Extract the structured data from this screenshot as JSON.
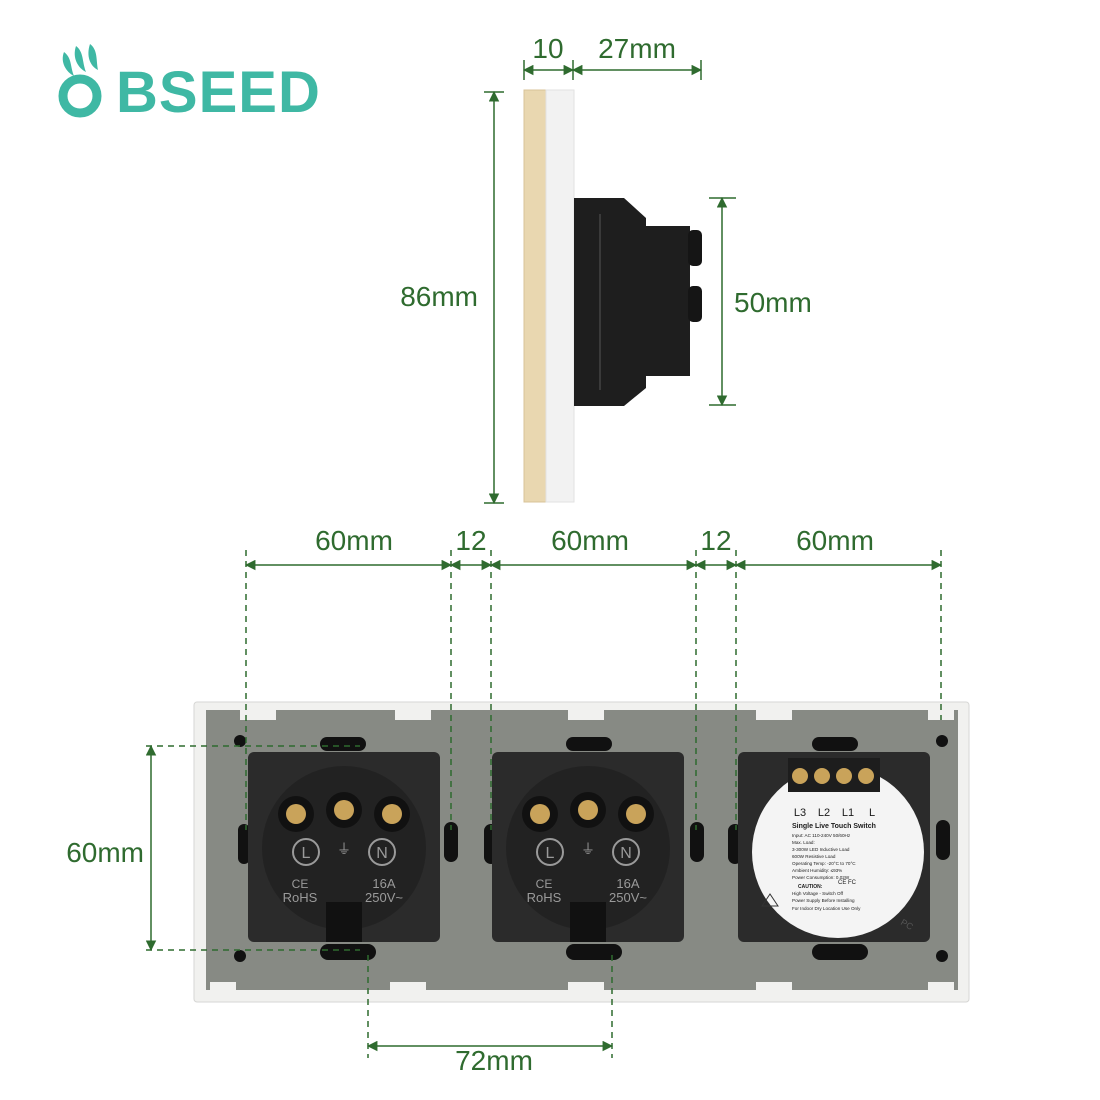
{
  "brand": {
    "name": "BSEED",
    "color": "#3fb8a4"
  },
  "colors": {
    "dimension": "#2f6b2f",
    "frame_gold": "#e9d7b0",
    "back_panel": "#878a84",
    "module": "#2b2b2b"
  },
  "side_view": {
    "thickness_glass": "10",
    "thickness_body": "27mm",
    "panel_height": "86mm",
    "body_height": "50mm"
  },
  "back_view": {
    "module_width_1": "60mm",
    "gap_1": "12",
    "module_width_2": "60mm",
    "gap_2": "12",
    "module_width_3": "60mm",
    "module_height": "60mm",
    "hole_spacing": "72mm"
  },
  "socket_labels": {
    "live": "L",
    "neutral": "N",
    "earth": "⏚",
    "ce": "CE",
    "rohs": "RoHS",
    "rating": "16A",
    "voltage": "250V~"
  },
  "switch_module": {
    "terminals": [
      "L3",
      "L2",
      "L1",
      "L"
    ],
    "title": "Single Live Touch Switch",
    "specs": [
      "Input: AC 110-240V 50/60Hz",
      "Max. Load:",
      "3-300W LED Inductive Load",
      "600W Resistive Load",
      "Operating Temp: -20°C to 70°C",
      "Ambient Humidity: ≤93%",
      "Power Consumption: 0.02W"
    ],
    "caution_title": "CAUTION:",
    "caution_lines": [
      "High Voltage - Switch Off",
      "Power Supply Before Installing",
      "For Indoor Dry Location Use Only"
    ],
    "marks": "CE FC",
    "code": "PC"
  }
}
